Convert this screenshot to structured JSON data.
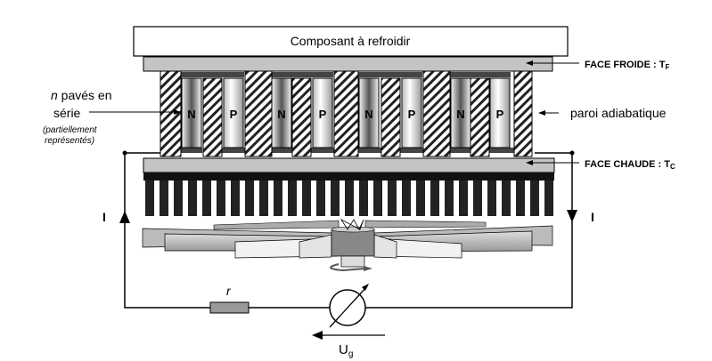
{
  "component_label": "Composant à refroidir",
  "cold_face_label": "FACE FROIDE : T",
  "cold_face_sub": "F",
  "hot_face_label": "FACE CHAUDE : T",
  "hot_face_sub": "C",
  "pavers_label_n": "n",
  "pavers_label_rest": " pavés en",
  "pavers_label_line2": "série",
  "pavers_note_line1": "(partiellement",
  "pavers_note_line2": "représentés)",
  "wall_label": "paroi adiabatique",
  "current_left": "I",
  "current_right": "I",
  "resistor_label": "r",
  "voltage_label": "U",
  "voltage_sub": "g",
  "pillars": [
    "N",
    "P",
    "N",
    "P",
    "N",
    "P",
    "N",
    "P"
  ]
}
